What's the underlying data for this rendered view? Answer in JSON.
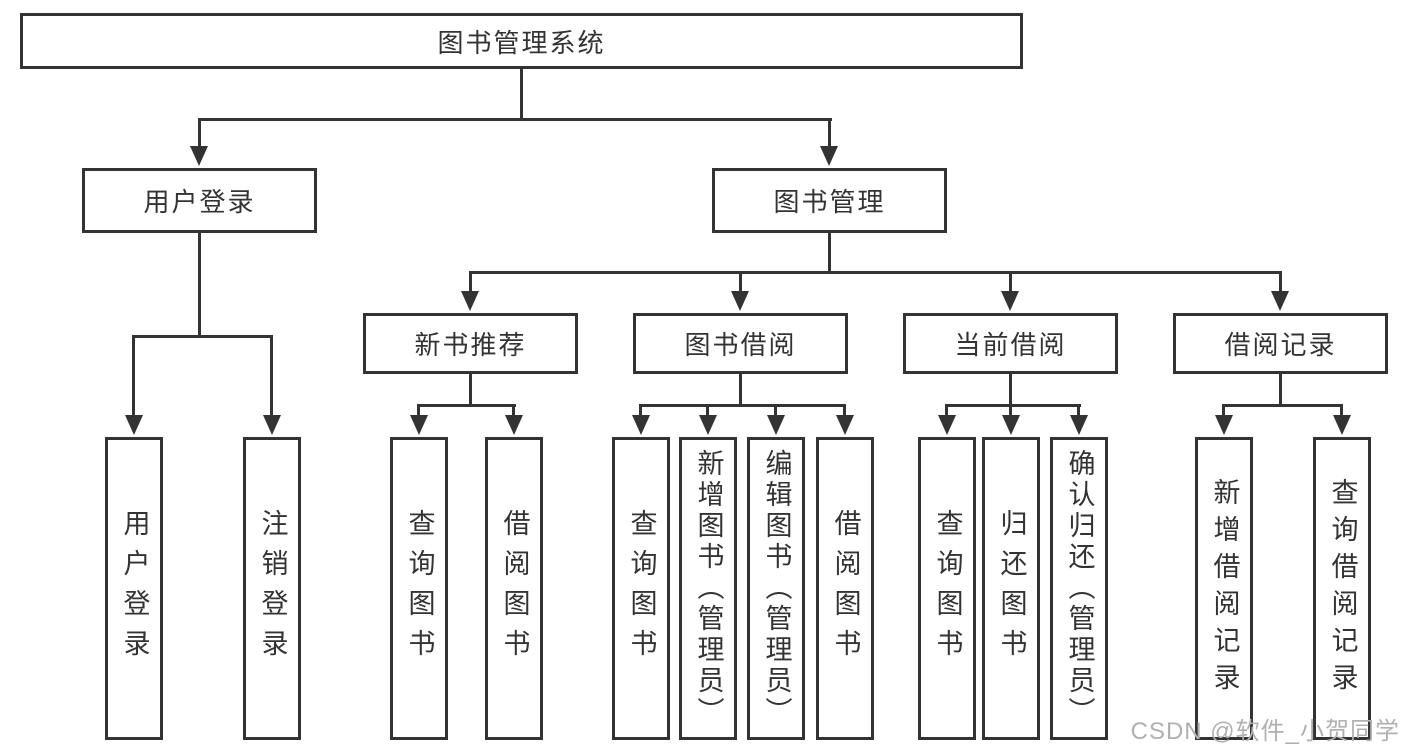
{
  "title": "图书管理系统",
  "root": {
    "label": "图书管理系统"
  },
  "level2": {
    "user_login": {
      "label": "用户登录"
    },
    "book_management": {
      "label": "图书管理"
    }
  },
  "level3": {
    "new_book": {
      "label": "新书推荐"
    },
    "book_borrow": {
      "label": "图书借阅"
    },
    "current_borrow": {
      "label": "当前借阅"
    },
    "borrow_record": {
      "label": "借阅记录"
    }
  },
  "leaves": {
    "user_login": [
      "用户登录",
      "注销登录"
    ],
    "new_book": [
      "查询图书",
      "借阅图书"
    ],
    "book_borrow": [
      "查询图书",
      "新增图书（管理员）",
      "编辑图书（管理员）",
      "借阅图书"
    ],
    "current_borrow": [
      "查询图书",
      "归还图书",
      "确认归还（管理员）"
    ],
    "borrow_record": [
      "新增借阅记录",
      "查询借阅记录"
    ]
  },
  "watermark": "CSDN @软件_小贺同学",
  "colors": {
    "line": "#333333",
    "box_border": "#333333",
    "text": "#333333",
    "watermark": "#b0b0b0",
    "background": "#ffffff"
  }
}
